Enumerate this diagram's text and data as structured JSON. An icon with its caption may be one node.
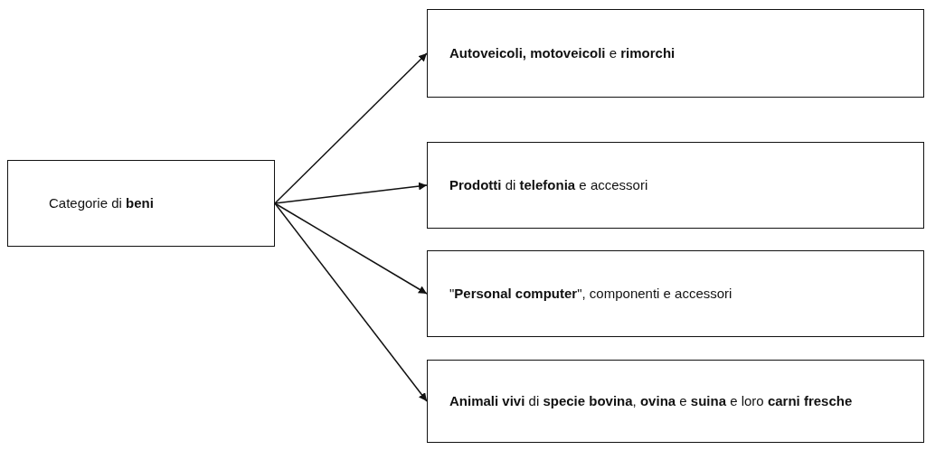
{
  "diagram": {
    "nodes": [
      {
        "text": [
          "Categorie di **beni**"
        ]
      },
      {
        "text": [
          "**Autoveicoli, motoveicoli** e **rimorchi**"
        ]
      },
      {
        "text": [
          "**Prodotti** di **telefonia** e accessori"
        ]
      },
      {
        "text": [
          "\"**Personal computer**\", componenti e accessori"
        ]
      },
      {
        "text": [
          "**Animali vivi** di **specie bovina**, **ovina** e **suina** e loro **carni fresche**"
        ]
      }
    ],
    "edges": [
      {
        "from": 0,
        "to": 1,
        "arrow": "to"
      },
      {
        "from": 0,
        "to": 2,
        "arrow": "to"
      },
      {
        "from": 0,
        "to": 3,
        "arrow": "to"
      },
      {
        "from": 0,
        "to": 4,
        "arrow": "to"
      }
    ]
  }
}
